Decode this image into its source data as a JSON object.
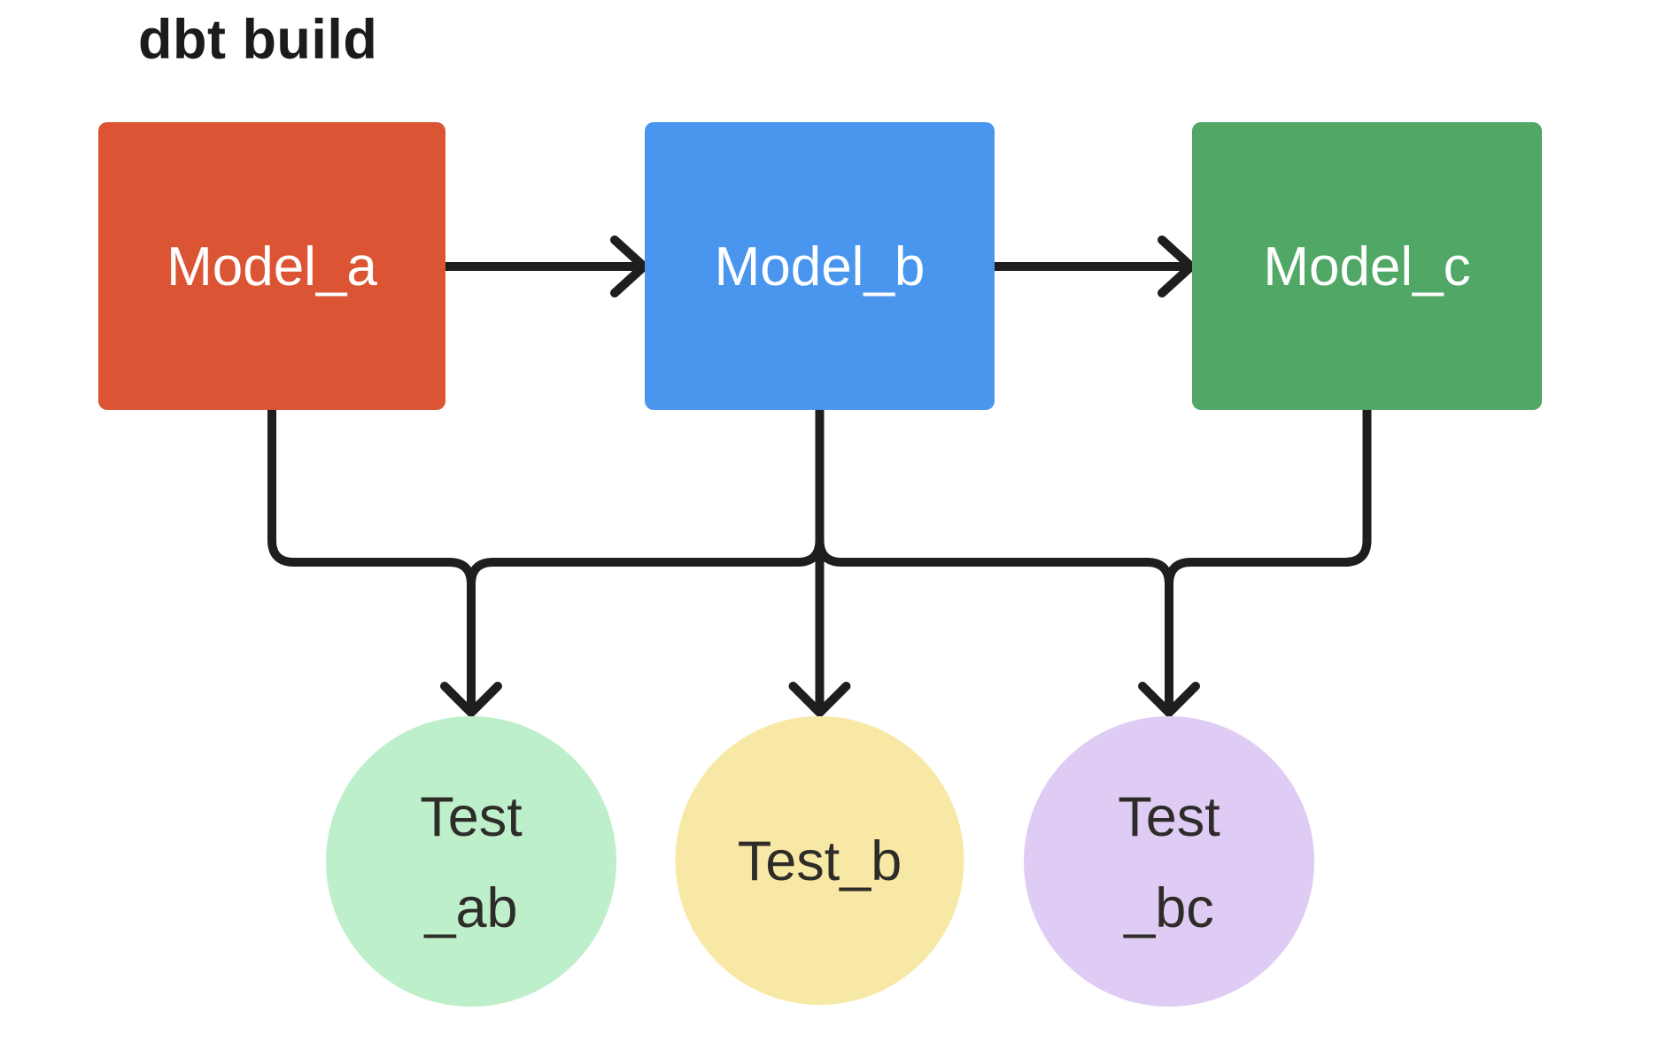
{
  "title": "dbt build",
  "colors": {
    "canvas": "#ffffff",
    "line": "#1e1e1e",
    "title_text": "#1b1b1d",
    "model_text": "#ffffff",
    "test_text": "#2e2c29"
  },
  "models": [
    {
      "id": "model_a",
      "label": "Model_a",
      "fill": "#DB5434"
    },
    {
      "id": "model_b",
      "label": "Model_b",
      "fill": "#4A96EF"
    },
    {
      "id": "model_c",
      "label": "Model_c",
      "fill": "#50A766"
    }
  ],
  "tests": [
    {
      "id": "test_ab",
      "line1": "Test",
      "line2": "_ab",
      "fill": "#BEEFCB"
    },
    {
      "id": "test_b",
      "line1": "Test_b",
      "line2": "",
      "fill": "#F8E8A5"
    },
    {
      "id": "test_bc",
      "line1": "Test",
      "line2": "_bc",
      "fill": "#DFCCF4"
    }
  ],
  "edges": [
    {
      "from": "Model_a",
      "to": "Model_b"
    },
    {
      "from": "Model_b",
      "to": "Model_c"
    },
    {
      "from": "Model_a",
      "to": "Test_ab"
    },
    {
      "from": "Model_b",
      "to": "Test_ab"
    },
    {
      "from": "Model_b",
      "to": "Test_b"
    },
    {
      "from": "Model_b",
      "to": "Test_bc"
    },
    {
      "from": "Model_c",
      "to": "Test_bc"
    }
  ]
}
